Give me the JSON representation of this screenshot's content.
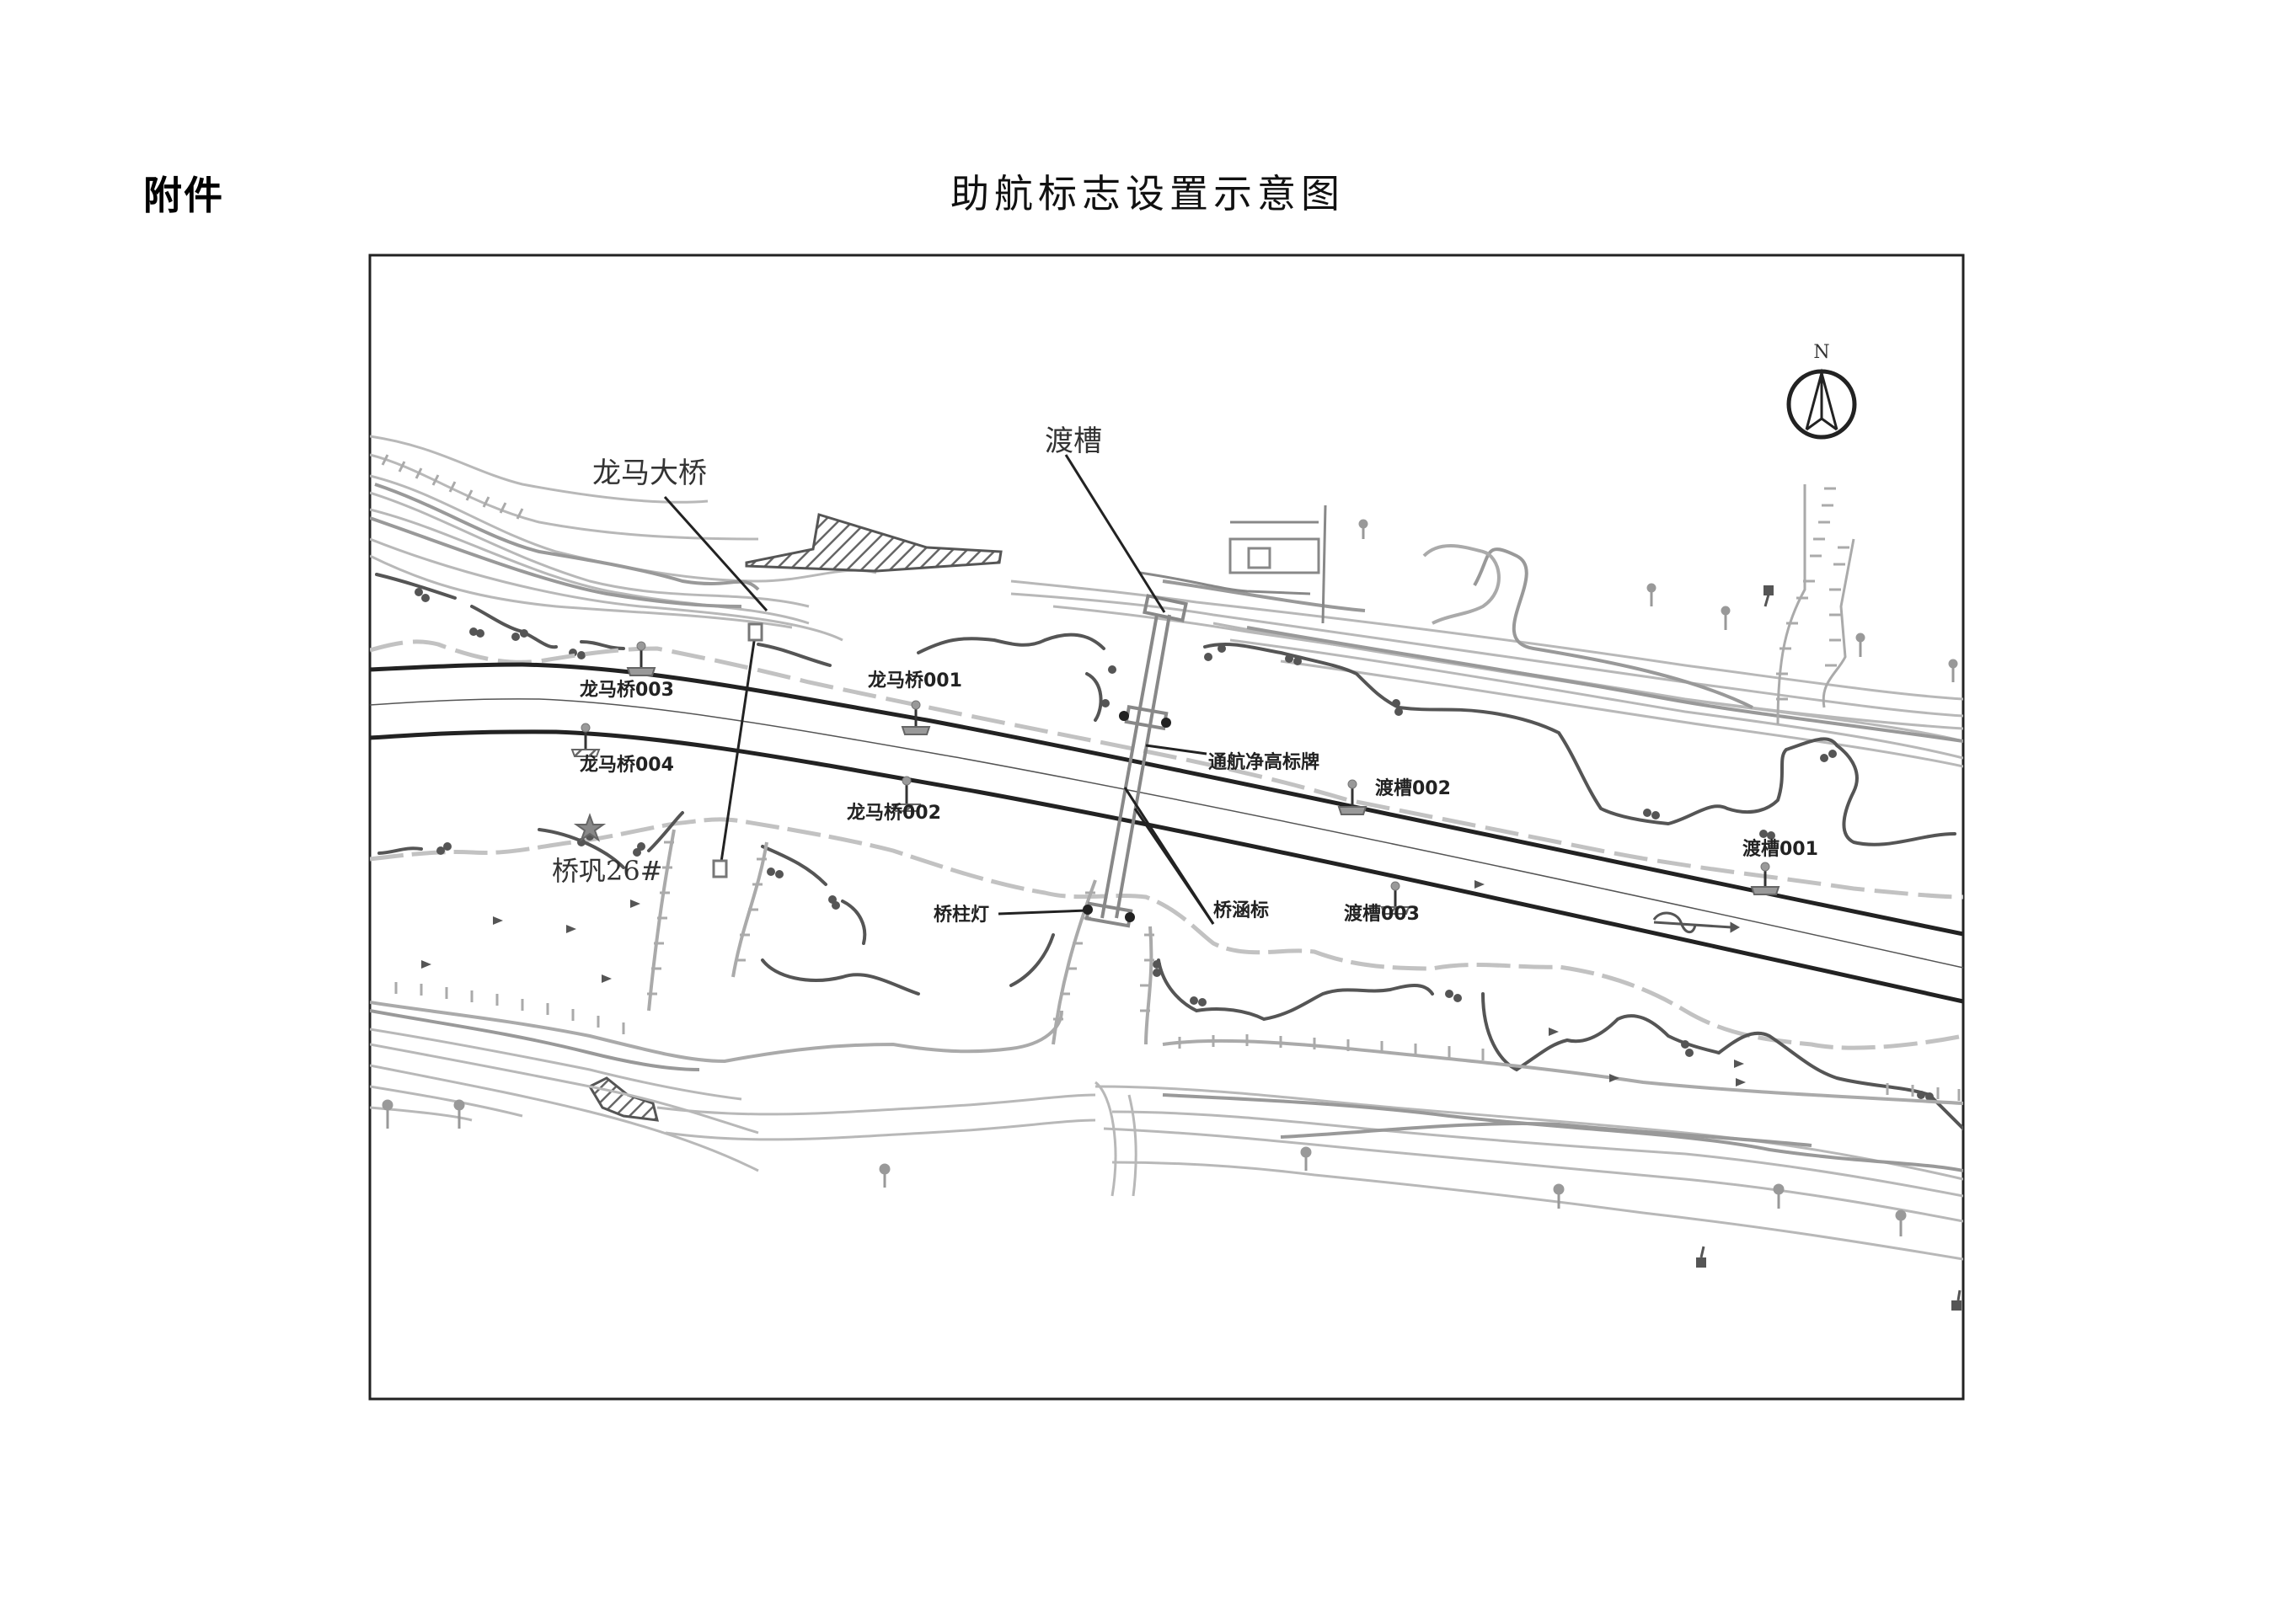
{
  "header": {
    "attachment_label": "附件",
    "title": "助航标志设置示意图"
  },
  "map": {
    "north_arrow": {
      "label": "N"
    },
    "features": {
      "bridge_name": "龙马大桥",
      "aqueduct_name": "渡槽",
      "pier_name": "桥巩26#"
    },
    "buoys": [
      {
        "id": "龙马桥003",
        "side": "north"
      },
      {
        "id": "龙马桥001",
        "side": "north"
      },
      {
        "id": "龙马桥004",
        "side": "south"
      },
      {
        "id": "龙马桥002",
        "side": "south"
      },
      {
        "id": "渡槽002",
        "side": "north"
      },
      {
        "id": "渡槽003",
        "side": "south"
      },
      {
        "id": "渡槽001",
        "side": "north"
      }
    ],
    "sign_labels": {
      "clearance_sign": "通航净高标牌",
      "bridge_culvert_mark": "桥涵标",
      "pier_light": "桥柱灯"
    },
    "colors": {
      "channel_line": "#222222",
      "topo_line": "#b4b4b4",
      "terrain_dark": "#666666",
      "buoy_fill": "#999999",
      "frame": "#222222"
    }
  }
}
